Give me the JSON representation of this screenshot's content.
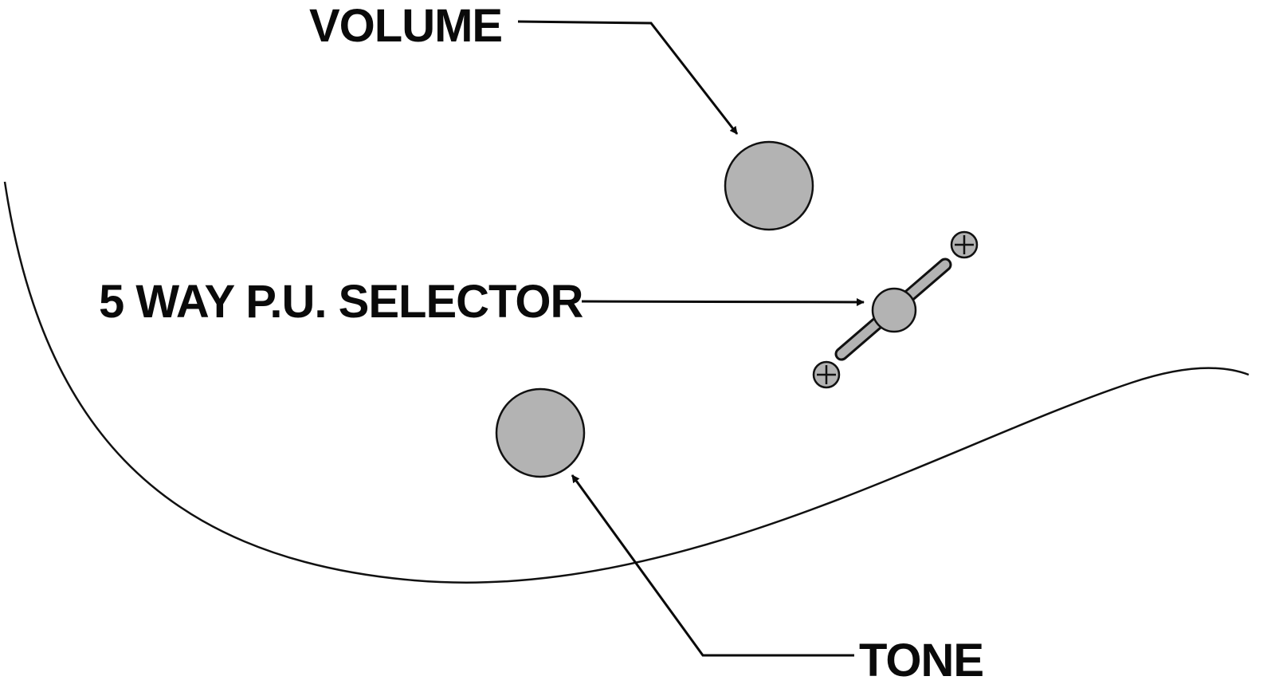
{
  "diagram": {
    "title": "Guitar controls callout diagram",
    "labels": {
      "volume": "VOLUME",
      "selector": "5 WAY P.U. SELECTOR",
      "tone": "TONE"
    },
    "colors": {
      "knob_fill": "#b3b3b3",
      "outline": "#111111",
      "background": "#ffffff"
    },
    "icons": {
      "volume_knob": "volume-knob-icon",
      "tone_knob": "tone-knob-icon",
      "selector_switch": "pickup-selector-switch-icon",
      "screws": "screw-plus-icon"
    }
  }
}
